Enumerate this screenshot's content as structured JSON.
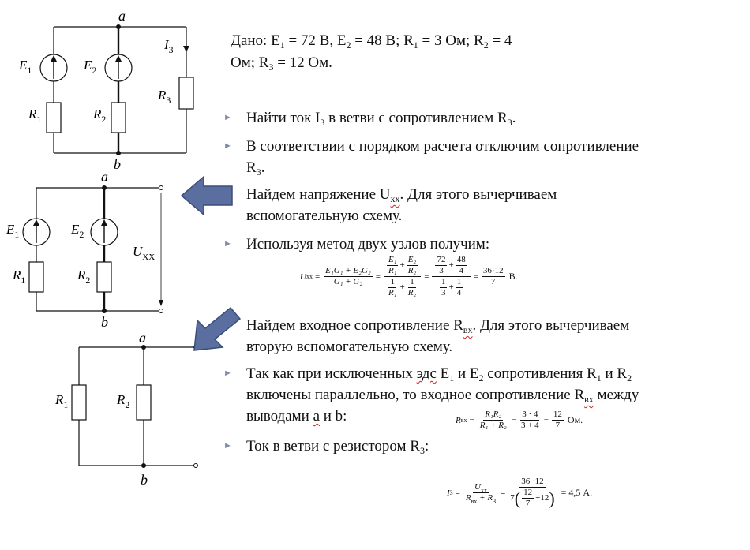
{
  "given": {
    "prefix": "Дано: E",
    "e1_sub": "1",
    "e1_val": " = 72 В, E",
    "e2_sub": "2",
    "e2_val": " = 48 В; R",
    "r1_sub": "1",
    "r1_val": " = 3 Ом; R",
    "r2_sub": "2",
    "r2_val": " = 4",
    "line2_a": "Ом; R",
    "r3_sub": "3",
    "line2_b": " = 12 Ом."
  },
  "bullets": {
    "b1_a": "Найти ток I",
    "b1_sub1": "3",
    "b1_b": " в ветви с сопротивлением R",
    "b1_sub2": "3",
    "b1_c": ".",
    "b2_line1": "В соответствии с порядком расчета отключим сопротивление",
    "b2_line2_a": "R",
    "b2_line2_sub": "3",
    "b2_line2_b": ".",
    "b3_a": "Найдем напряжение U",
    "b3_sub": "хх",
    "b3_b": ". Для этого вычерчиваем",
    "b3_line2": "вспомогательную схему.",
    "b4": "Используя метод двух узлов получим:",
    "b5_a": "Найдем входное сопротивление R",
    "b5_sub": "вх",
    "b5_b": ". Для этого вычерчиваем",
    "b5_line2": "вторую вспомогательную схему.",
    "b6_line1_a": "Так как при исключенных ",
    "b6_eds": "эдс",
    "b6_line1_b": " E",
    "b6_e1": "1",
    "b6_and": " и E",
    "b6_e2": "2",
    "b6_line1_c": " сопротивления R",
    "b6_r1": "1",
    "b6_and2": " и R",
    "b6_r2": "2",
    "b6_line2_a": "включены параллельно, то входное сопротивление R",
    "b6_line2_sub": "вх",
    "b6_line2_b": " между",
    "b6_line3_a": "выводами ",
    "b6_line3_a_letter": "а",
    "b6_line3_b": " и b:",
    "b7_a": "Ток в ветви с резистором R",
    "b7_sub": "3",
    "b7_b": ":"
  },
  "formulas": {
    "uxx": {
      "lhs": "U",
      "lhs_sub": "xx",
      "eq": "=",
      "f1_num": "E₁G₁ + E₂G₂",
      "f1_den": "G₁ + G₂",
      "f2_num_a": "E₁",
      "f2_num_a_den": "R₁",
      "f2_num_b": "E₂",
      "f2_num_b_den": "R₂",
      "f2_den_a": "1",
      "f2_den_a_den": "R₁",
      "f2_den_b": "1",
      "f2_den_b_den": "R₂",
      "f3_num_a": "72",
      "f3_num_a_den": "3",
      "f3_num_b": "48",
      "f3_num_b_den": "4",
      "f3_den_a": "1",
      "f3_den_a_den": "3",
      "f3_den_b": "1",
      "f3_den_b_den": "4",
      "f4_num": "36·12",
      "f4_den": "7",
      "unit": "В."
    },
    "rvx": {
      "lhs": "R",
      "lhs_sub": "вх",
      "f1_num": "R₁R₂",
      "f1_den": "R₁ + R₂",
      "f2_num": "3 · 4",
      "f2_den": "3 + 4",
      "f3_num": "12",
      "f3_den": "7",
      "unit": "Ом."
    },
    "i3": {
      "lhs": "I",
      "lhs_sub": "3",
      "f1_num": "U",
      "f1_num_sub": "xx",
      "f1_den": "R",
      "f1_den_sub": "вх",
      "f1_den_b": " + R",
      "f1_den_b_sub": "3",
      "f2_num": "36 ·12",
      "f2_den_a": "7",
      "f2_den_frac_num": "12",
      "f2_den_frac_den": "7",
      "f2_den_b": "+12",
      "result": "= 4,5 А."
    }
  },
  "circuit1": {
    "node_a": "a",
    "node_b": "b",
    "e1": "E",
    "e1_sub": "1",
    "e2": "E",
    "e2_sub": "2",
    "i3": "I",
    "i3_sub": "3",
    "r1": "R",
    "r1_sub": "1",
    "r2": "R",
    "r2_sub": "2",
    "r3": "R",
    "r3_sub": "3"
  },
  "circuit2": {
    "node_a": "a",
    "node_b": "b",
    "e1": "E",
    "e1_sub": "1",
    "e2": "E",
    "e2_sub": "2",
    "r1": "R",
    "r1_sub": "1",
    "r2": "R",
    "r2_sub": "2",
    "uxx": "U",
    "uxx_sub": "XX"
  },
  "circuit3": {
    "node_a": "a",
    "node_b": "b",
    "r1": "R",
    "r1_sub": "1",
    "r2": "R",
    "r2_sub": "2"
  },
  "colors": {
    "arrow_fill": "#5a6fa0",
    "arrow_stroke": "#3b4d7a",
    "bullet": "#7f8aa8",
    "wavy": "#d02020"
  }
}
